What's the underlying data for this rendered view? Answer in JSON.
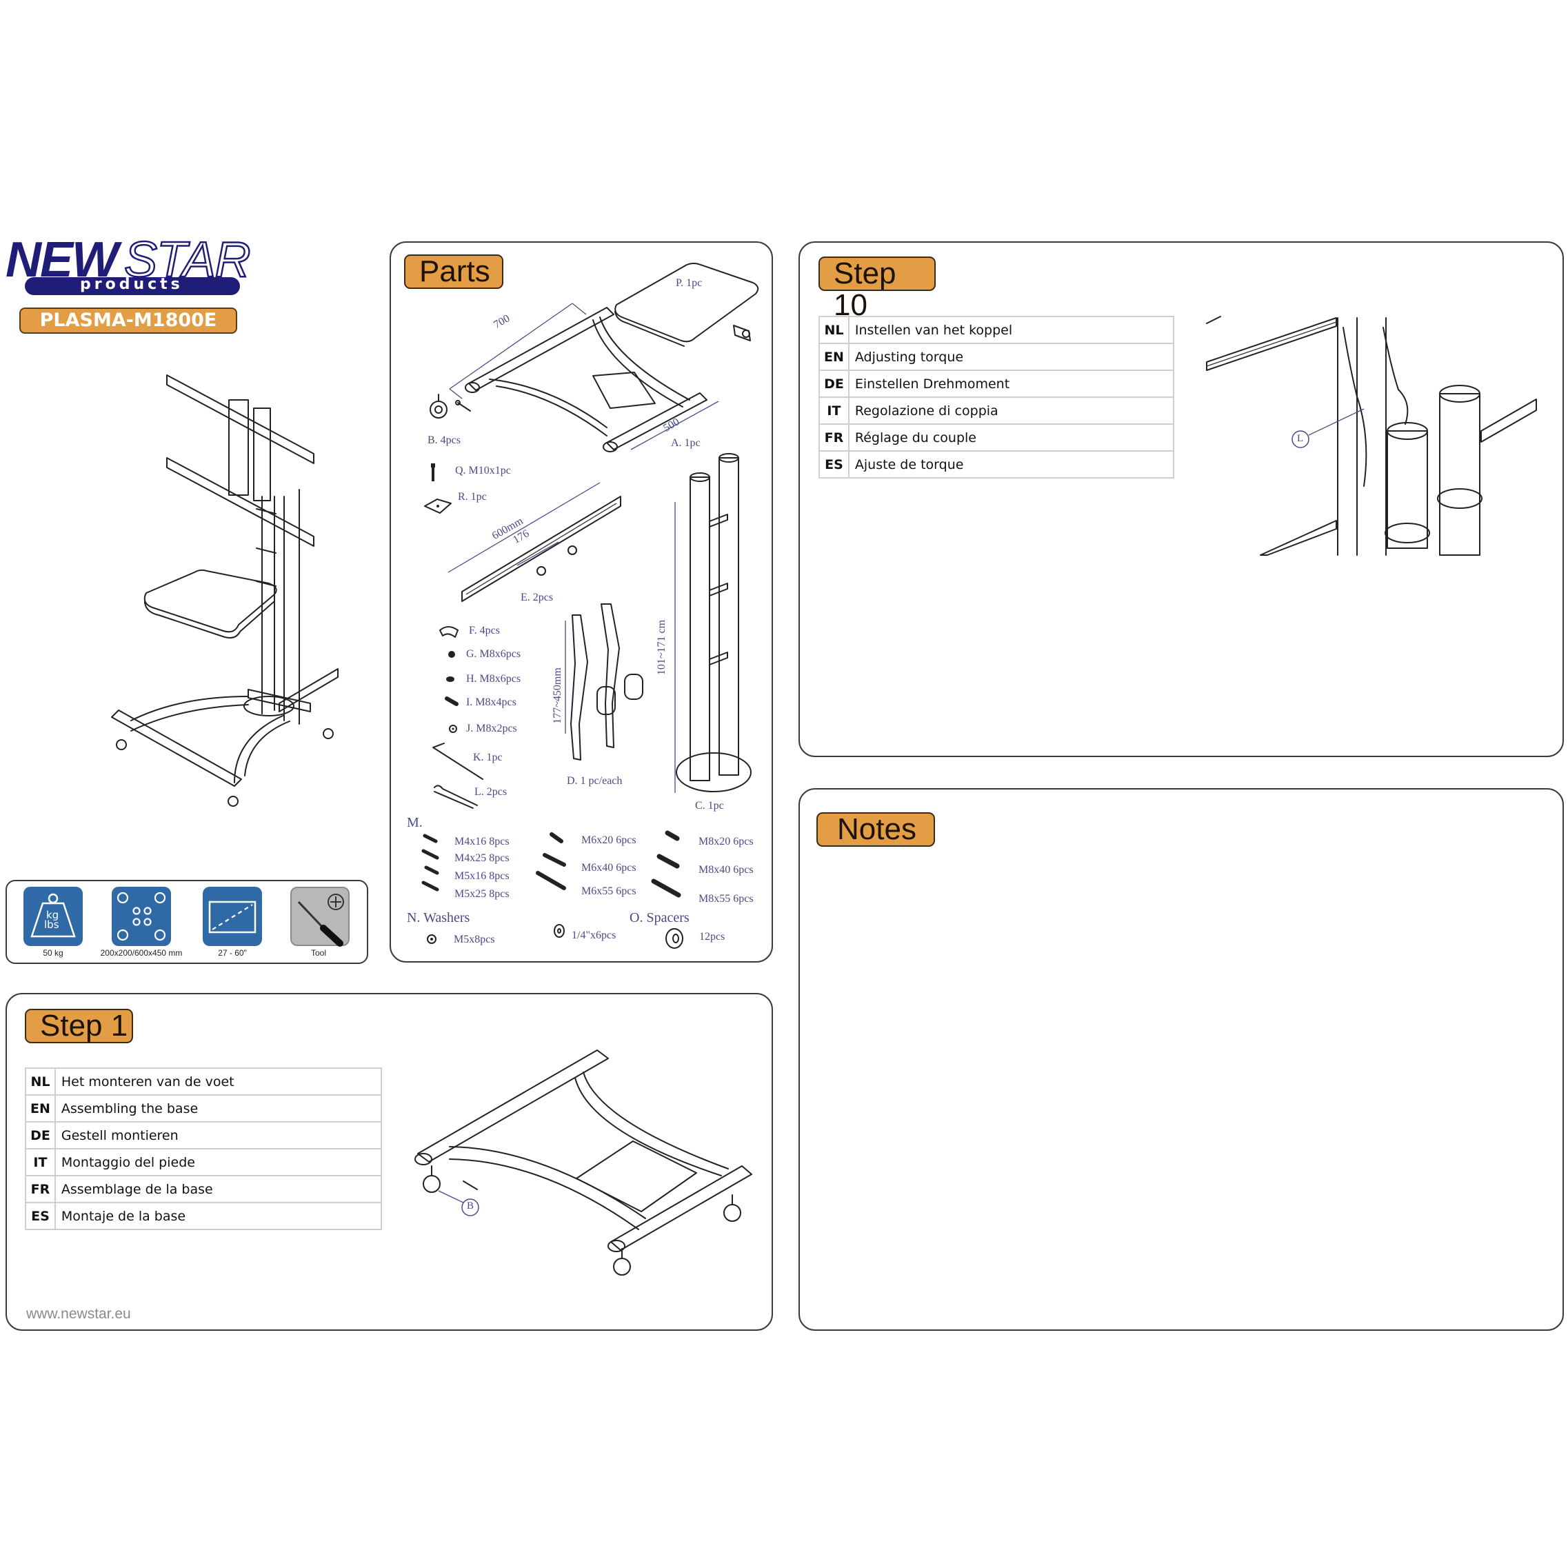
{
  "brand": {
    "name_bold": "NEW",
    "name_outline": "STAR",
    "tagline": "products",
    "model": "PLASMA-M1800E",
    "brand_color": "#1f1d78",
    "accent_color": "#E39D45"
  },
  "specs": [
    {
      "icon": "weight-icon",
      "caption": "50 kg",
      "top": "kg",
      "bottom": "lbs"
    },
    {
      "icon": "vesa-pattern-icon",
      "caption": "200x200/600x450 mm"
    },
    {
      "icon": "screen-size-icon",
      "caption": "27 - 60\""
    },
    {
      "icon": "screwdriver-tool-icon",
      "caption": "Tool"
    }
  ],
  "parts": {
    "title": "Parts",
    "items": {
      "A": "A. 1pc",
      "B": "B. 4pcs",
      "C": "C. 1pc",
      "D": "D. 1  pc/each",
      "E": "E. 2pcs",
      "F": "F. 4pcs",
      "G": "G. M8x6pcs",
      "H": "H. M8x6pcs",
      "I": "I. M8x4pcs",
      "J": "J. M8x2pcs",
      "K": "K. 1pc",
      "L": "L. 2pcs",
      "P": "P. 1pc",
      "Q": "Q. M10x1pc",
      "R": "R. 1pc"
    },
    "dimensions": {
      "base_length": "700",
      "base_width": "500",
      "rail_length": "600mm",
      "rail_inner": "176",
      "bracket_range": "177~450mm",
      "column_range": "101~171  cm"
    },
    "screws": {
      "title": "M.",
      "col1": [
        "M4x16  8pcs",
        "M4x25  8pcs",
        "M5x16  8pcs",
        "M5x25  8pcs"
      ],
      "col2": [
        "M6x20  6pcs",
        "M6x40  6pcs",
        "M6x55  6pcs"
      ],
      "col3": [
        "M8x20  6pcs",
        "M8x40  6pcs",
        "M8x55  6pcs"
      ]
    },
    "washers": {
      "title": "N. Washers",
      "items": [
        "M5x8pcs",
        "1/4\"x6pcs"
      ]
    },
    "spacers": {
      "title": "O. Spacers",
      "qty": "12pcs"
    }
  },
  "step1": {
    "title": "Step 1",
    "rows": [
      {
        "code": "NL",
        "text": "Het monteren van de voet"
      },
      {
        "code": "EN",
        "text": "Assembling the base"
      },
      {
        "code": "DE",
        "text": "Gestell montieren"
      },
      {
        "code": "IT",
        "text": "Montaggio del piede"
      },
      {
        "code": "FR",
        "text": "Assemblage de la base"
      },
      {
        "code": "ES",
        "text": "Montaje de la base"
      }
    ],
    "callout": "B"
  },
  "step10": {
    "title": "Step 10",
    "rows": [
      {
        "code": "NL",
        "text": "Instellen van het koppel"
      },
      {
        "code": "EN",
        "text": "Adjusting torque"
      },
      {
        "code": "DE",
        "text": "Einstellen Drehmoment"
      },
      {
        "code": "IT",
        "text": "Regolazione di coppia"
      },
      {
        "code": "FR",
        "text": "Réglage du couple"
      },
      {
        "code": "ES",
        "text": "Ajuste de torque"
      }
    ],
    "callout": "L"
  },
  "notes": {
    "title": "Notes"
  },
  "footer": {
    "website": "www.newstar.eu"
  }
}
